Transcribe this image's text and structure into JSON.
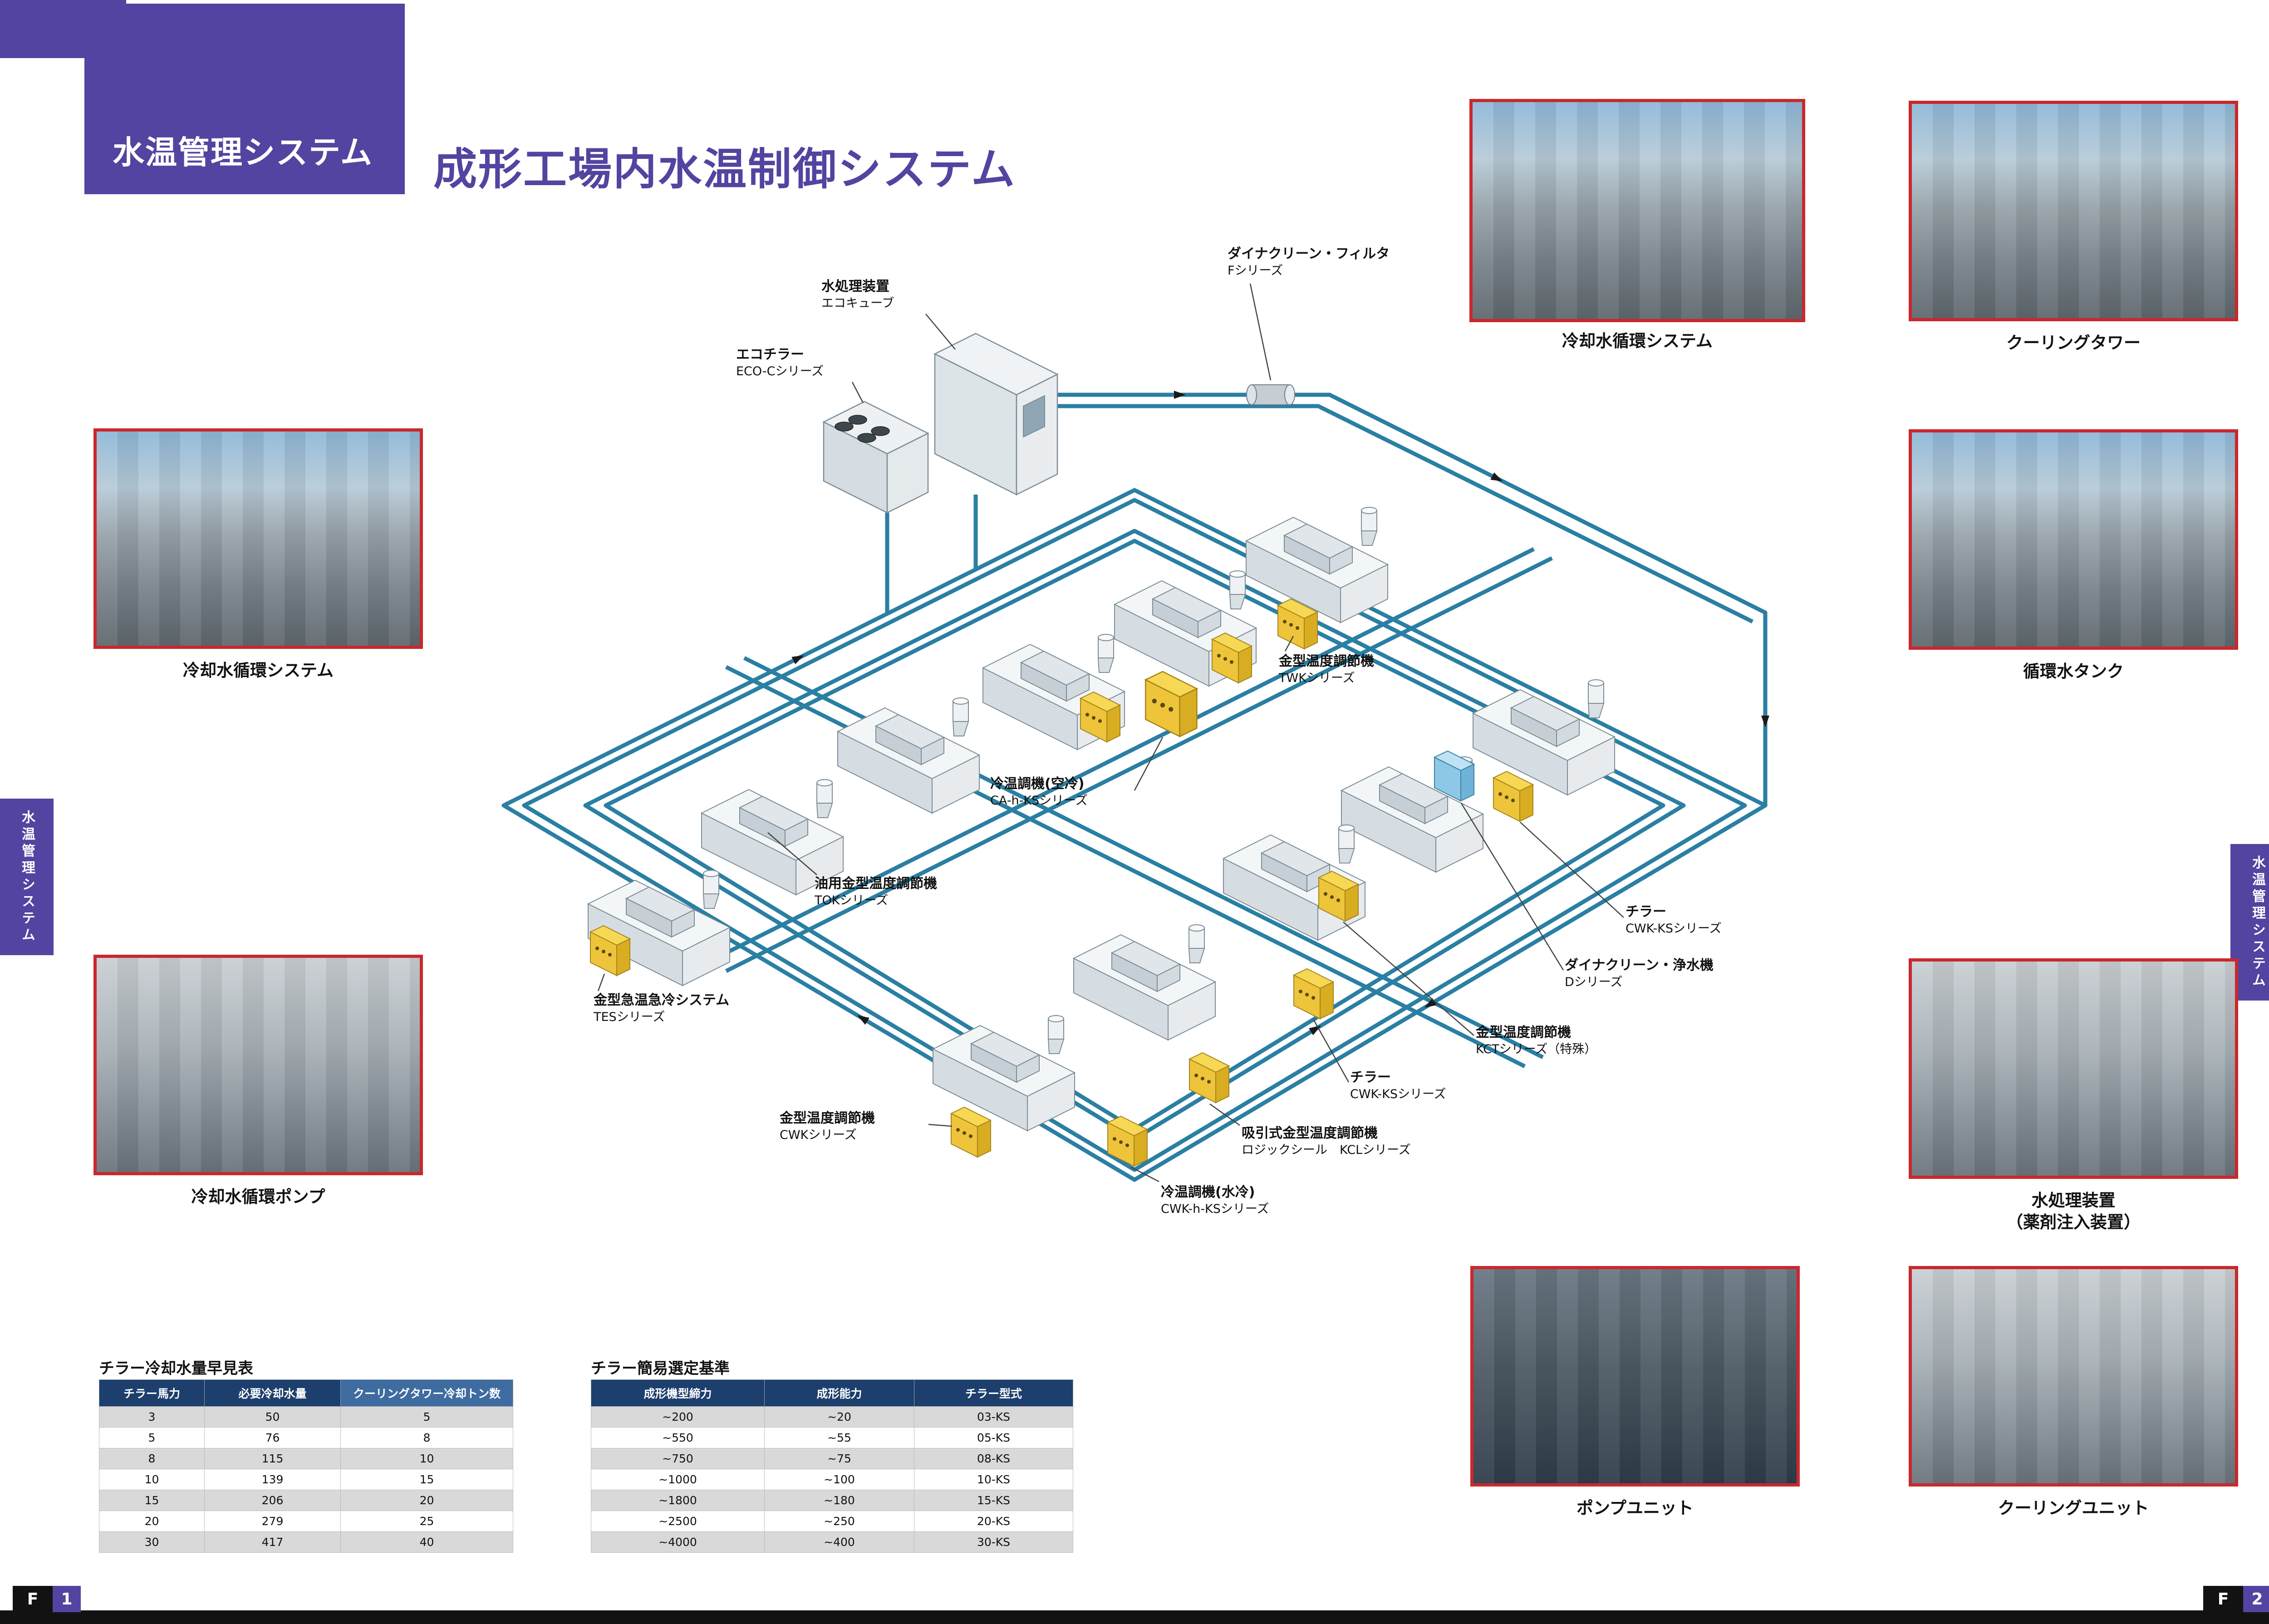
{
  "colors": {
    "brand_purple": "#5244a0",
    "table_header_navy": "#1d3f6d",
    "table_header_light": "#3f6ca0",
    "pipe_blue": "#2a7fa3",
    "photo_border_red": "#c9282d",
    "controller_yellow": "#eec43a"
  },
  "header": {
    "tab_title": "水温管理システム",
    "main_title": "成形工場内水温制御システム"
  },
  "side_tabs": {
    "left": "水温管理システム",
    "right": "水温管理システム"
  },
  "footer": {
    "left": {
      "letter": "F",
      "page": "1"
    },
    "right": {
      "letter": "F",
      "page": "2"
    }
  },
  "photos": [
    {
      "caption": "冷却水循環システム"
    },
    {
      "caption": "クーリングタワー"
    },
    {
      "caption": "循環水タンク"
    },
    {
      "caption": "冷却水循環システム"
    },
    {
      "caption": "冷却水循環ポンプ"
    },
    {
      "caption": "水処理装置",
      "caption2": "（薬剤注入装置）"
    },
    {
      "caption": "ポンプユニット"
    },
    {
      "caption": "クーリングユニット"
    }
  ],
  "diagram": {
    "labels": [
      {
        "title": "ダイナクリーン・フィルタ",
        "series": "Fシリーズ"
      },
      {
        "title": "水処理装置",
        "series": "エコキューブ"
      },
      {
        "title": "エコチラー",
        "series": "ECO-Cシリーズ"
      },
      {
        "title": "金型温度調節機",
        "series": "TWKシリーズ"
      },
      {
        "title": "冷温調機(空冷)",
        "series": "CA-h-KSシリーズ"
      },
      {
        "title": "油用金型温度調節機",
        "series": "TOKシリーズ"
      },
      {
        "title": "金型急温急冷システム",
        "series": "TESシリーズ"
      },
      {
        "title": "金型温度調節機",
        "series": "CWKシリーズ"
      },
      {
        "title": "チラー",
        "series": "CWK-KSシリーズ"
      },
      {
        "title": "ダイナクリーン・浄水機",
        "series": "Dシリーズ"
      },
      {
        "title": "金型温度調節機",
        "series": "KCTシリーズ（特殊）"
      },
      {
        "title": "チラー",
        "series": "CWK-KSシリーズ"
      },
      {
        "title": "吸引式金型温度調節機",
        "series": "ロジックシール　KCLシリーズ"
      },
      {
        "title": "冷温調機(水冷)",
        "series": "CWK-h-KSシリーズ"
      }
    ]
  },
  "tables": {
    "flow": {
      "title": "チラー冷却水量早見表",
      "headers": [
        "チラー馬力",
        "必要冷却水量",
        "クーリングタワー冷却トン数"
      ],
      "rows": [
        [
          "3",
          "50",
          "5"
        ],
        [
          "5",
          "76",
          "8"
        ],
        [
          "8",
          "115",
          "10"
        ],
        [
          "10",
          "139",
          "15"
        ],
        [
          "15",
          "206",
          "20"
        ],
        [
          "20",
          "279",
          "25"
        ],
        [
          "30",
          "417",
          "40"
        ]
      ]
    },
    "selection": {
      "title": "チラー簡易選定基準",
      "headers": [
        "成形機型締力",
        "成形能力",
        "チラー型式"
      ],
      "rows": [
        [
          "~200",
          "~20",
          "03-KS"
        ],
        [
          "~550",
          "~55",
          "05-KS"
        ],
        [
          "~750",
          "~75",
          "08-KS"
        ],
        [
          "~1000",
          "~100",
          "10-KS"
        ],
        [
          "~1800",
          "~180",
          "15-KS"
        ],
        [
          "~2500",
          "~250",
          "20-KS"
        ],
        [
          "~4000",
          "~400",
          "30-KS"
        ]
      ]
    }
  }
}
